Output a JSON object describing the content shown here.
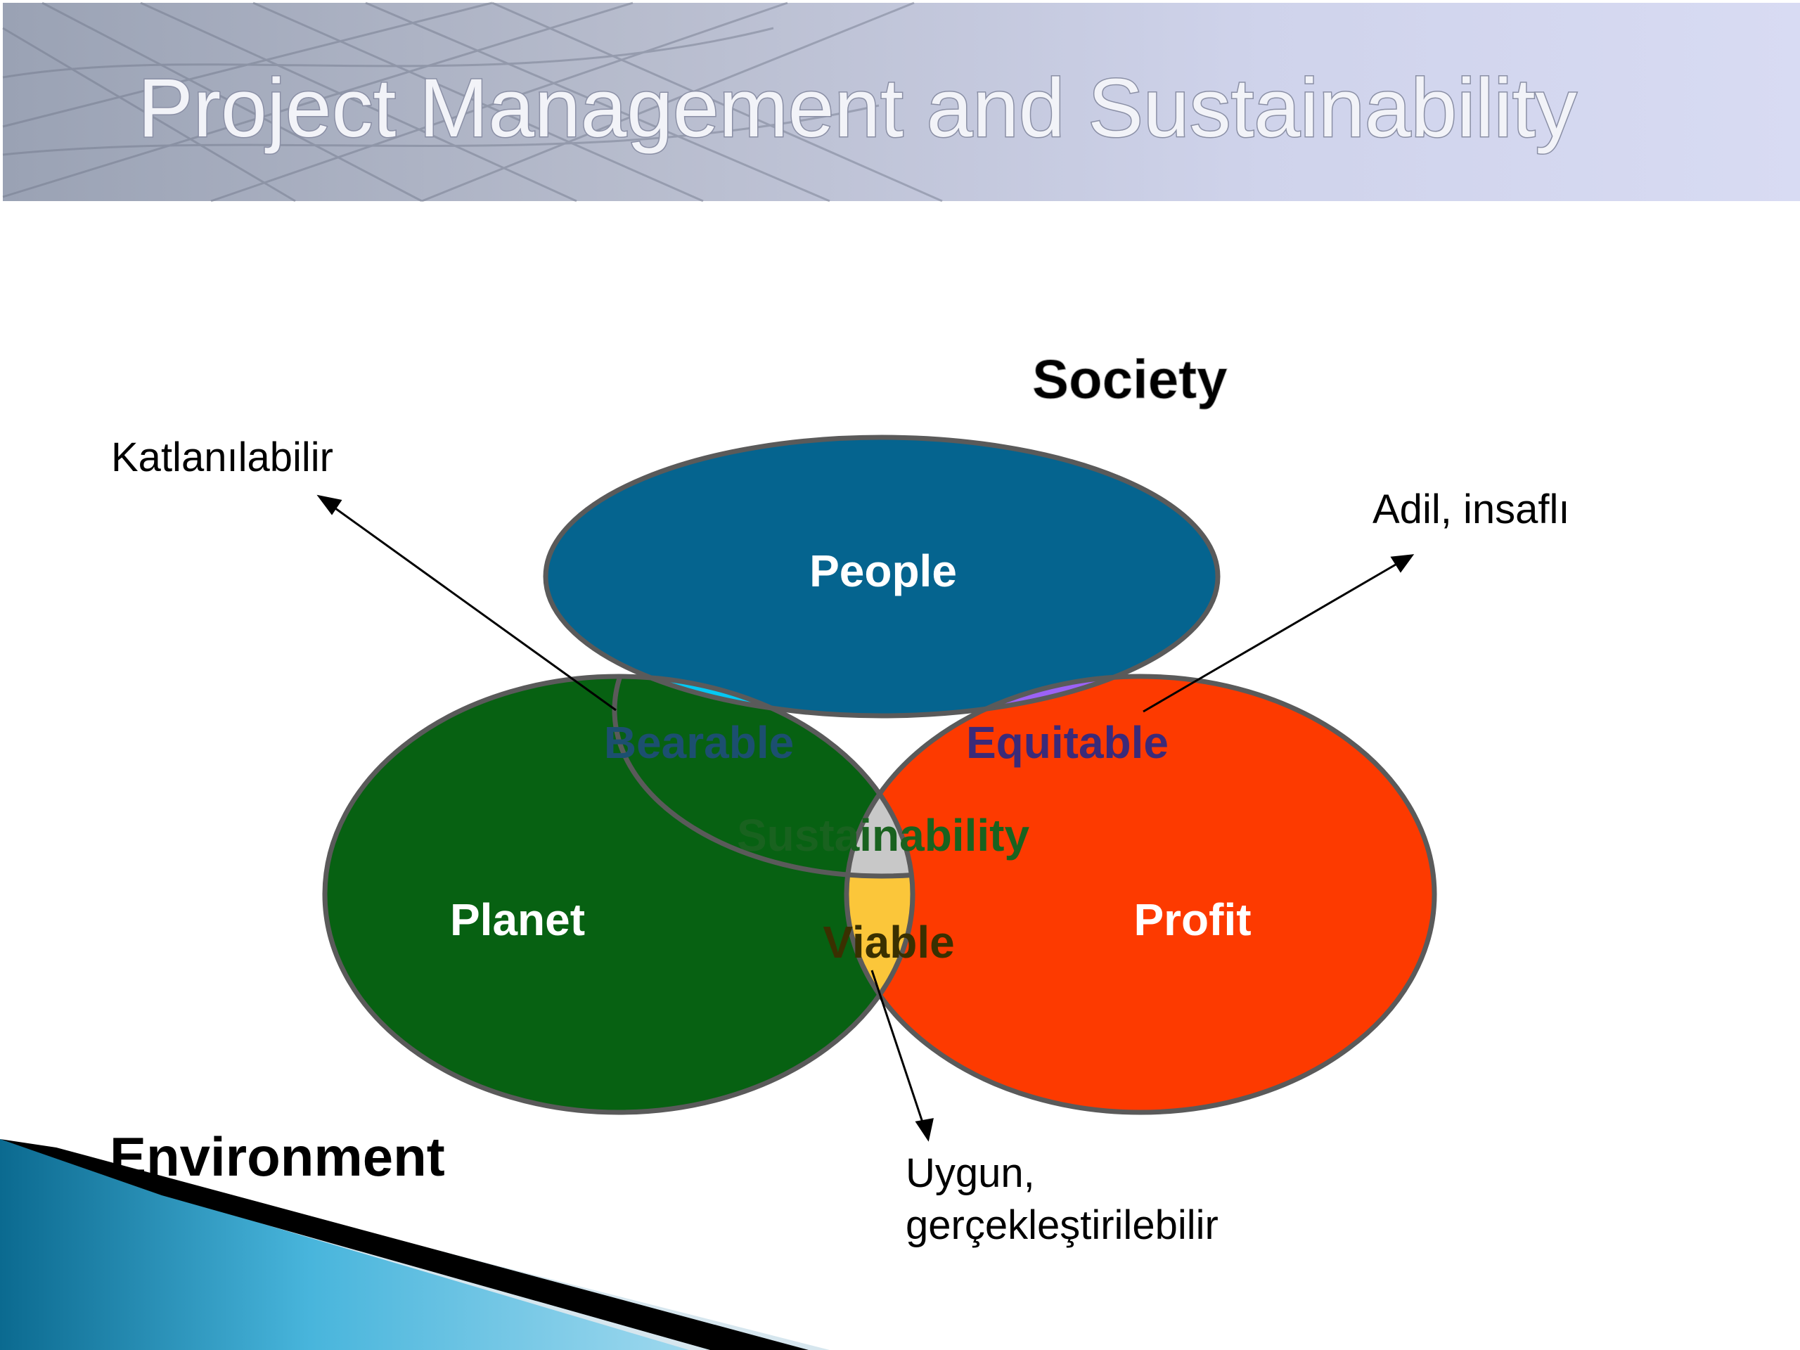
{
  "slide": {
    "title": "Project Management and Sustainability"
  },
  "diagram": {
    "circles": {
      "people": "People",
      "planet": "Planet",
      "profit": "Profit"
    },
    "overlaps": {
      "bearable": "Bearable",
      "equitable": "Equitable",
      "viable": "Viable",
      "center": "Sustainability"
    },
    "labels": {
      "society": "Society",
      "environment": "Environment"
    },
    "annotations": {
      "bearable_tr": "Katlanılabilir",
      "equitable_tr": "Adil, insaflı",
      "viable_tr_line1": "Uygun,",
      "viable_tr_line2": "gerçekleştirilebilir"
    },
    "colors": {
      "people": "#05648f",
      "planet": "#076112",
      "profit": "#fd3a00",
      "bearable": "#04c8f3",
      "equitable": "#9c62f5",
      "viable": "#fbc63a",
      "center": "#c8c8c8"
    }
  }
}
